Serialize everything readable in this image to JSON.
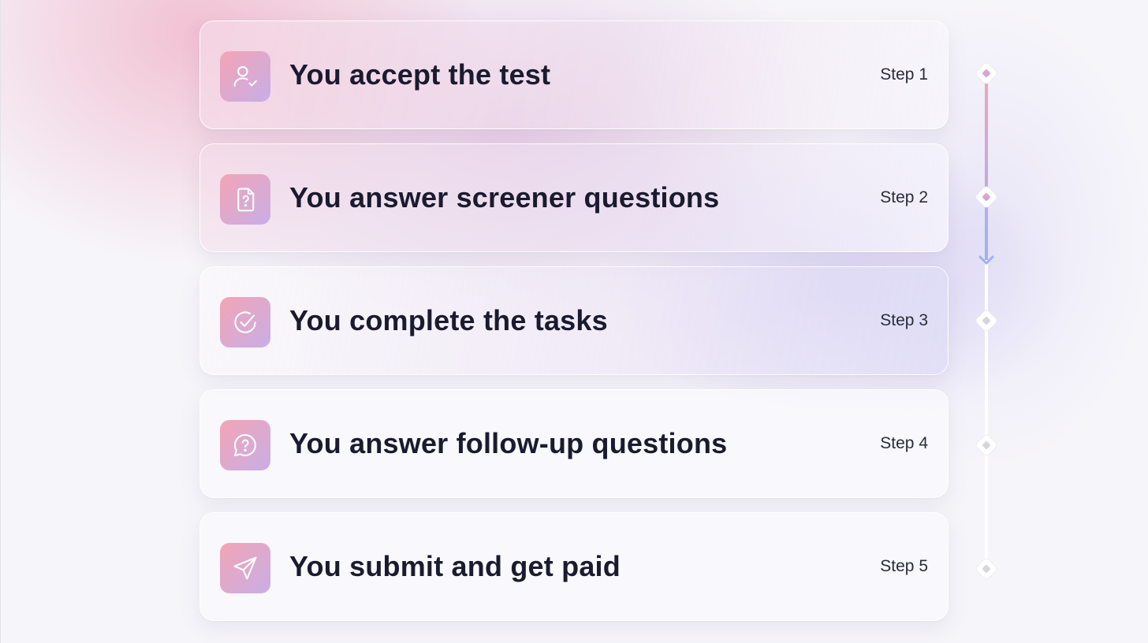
{
  "steps": [
    {
      "title": "You accept the test",
      "step_label": "Step 1",
      "icon": "user-check-icon"
    },
    {
      "title": "You answer screener questions",
      "step_label": "Step 2",
      "icon": "question-document-icon"
    },
    {
      "title": "You complete the tasks",
      "step_label": "Step 3",
      "icon": "check-circle-icon"
    },
    {
      "title": "You answer follow-up questions",
      "step_label": "Step 4",
      "icon": "question-chat-icon"
    },
    {
      "title": "You submit and get paid",
      "step_label": "Step 5",
      "icon": "send-icon"
    }
  ],
  "timeline": {
    "completed_steps": 2
  },
  "colors": {
    "accent_pink": "#f4a4b6",
    "accent_lavender": "#c7aee6",
    "accent_blue": "#9fb0f2",
    "text_primary": "#1a1b2e"
  }
}
